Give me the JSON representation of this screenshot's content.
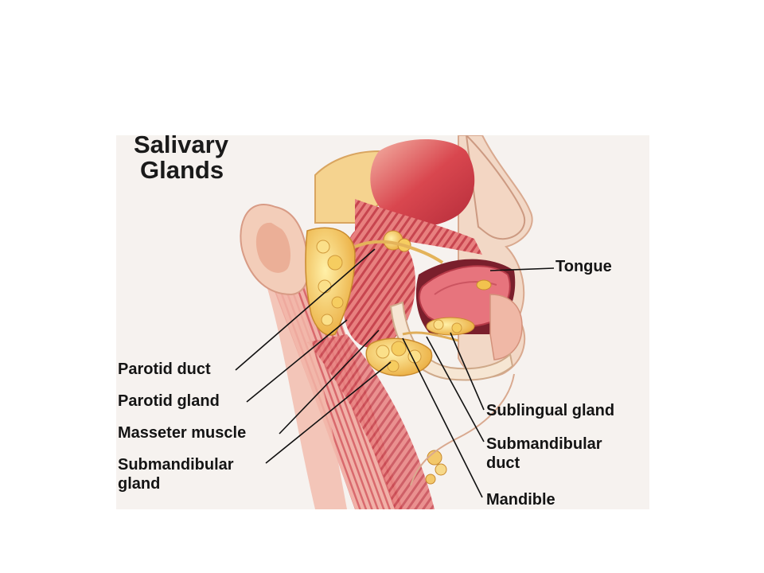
{
  "diagram": {
    "title_line1": "Salivary",
    "title_line2": "Glands",
    "labels": {
      "tongue": "Tongue",
      "parotid_duct": "Parotid duct",
      "parotid_gland": "Parotid gland",
      "masseter_muscle": "Masseter muscle",
      "submandibular_gland_1": "Submandibular",
      "submandibular_gland_2": "gland",
      "sublingual_gland": "Sublingual gland",
      "submandibular_duct_1": "Submandibular",
      "submandibular_duct_2": "duct",
      "mandible": "Mandible"
    },
    "colors": {
      "background": "#f6f2ef",
      "muscle": "#d9474f",
      "muscle_light": "#ef9a8e",
      "gland": "#f2c24e",
      "skin": "#f3d9c6",
      "leader_line": "#111111"
    }
  }
}
